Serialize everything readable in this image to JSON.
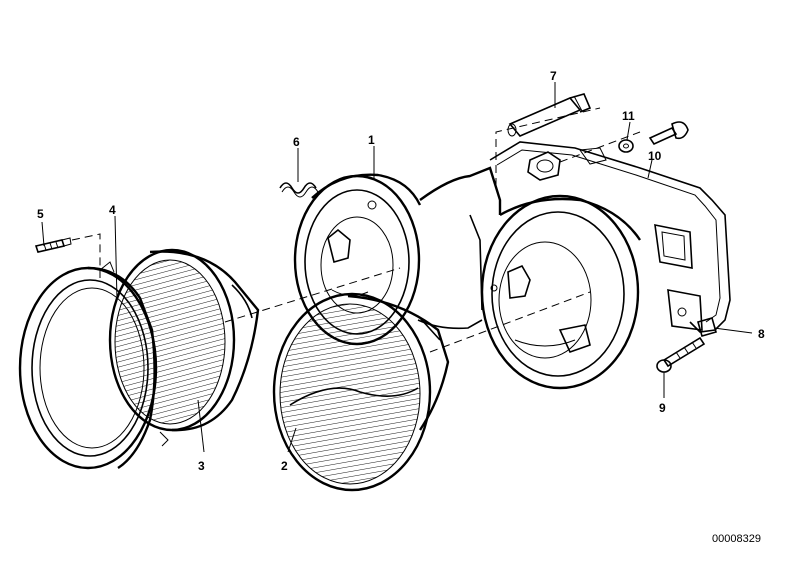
{
  "parts": [
    {
      "id": "1",
      "label": "1",
      "name": "housing-part"
    },
    {
      "id": "2",
      "label": "2",
      "name": "headlight-insert-inner-part"
    },
    {
      "id": "3",
      "label": "3",
      "name": "headlight-insert-outer-part"
    },
    {
      "id": "4",
      "label": "4",
      "name": "trim-ring-part"
    },
    {
      "id": "5",
      "label": "5",
      "name": "screw-part"
    },
    {
      "id": "6",
      "label": "6",
      "name": "spring-part"
    },
    {
      "id": "7",
      "label": "7",
      "name": "adjusting-screw-part"
    },
    {
      "id": "8",
      "label": "8",
      "name": "clip-nut-part"
    },
    {
      "id": "9",
      "label": "9",
      "name": "fixing-screw-part"
    },
    {
      "id": "10",
      "label": "10",
      "name": "bracket-part"
    },
    {
      "id": "11",
      "label": "11",
      "name": "washer-screw-part"
    }
  ],
  "diagram_code": "00008329"
}
